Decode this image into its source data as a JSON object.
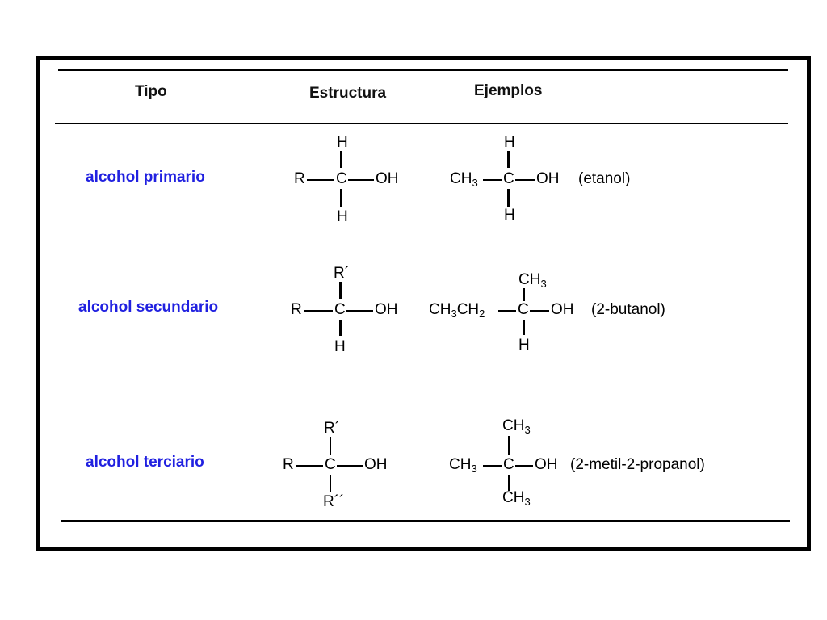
{
  "table": {
    "headers": {
      "type": "Tipo",
      "structure": "Estructura",
      "examples": "Ejemplos"
    },
    "rows": [
      {
        "type_label": "alcohol primario",
        "structure": {
          "r": "R",
          "c": "C",
          "oh": "OH",
          "top": "H",
          "bottom": "H"
        },
        "example": {
          "left": "CH",
          "left_sub": "3",
          "c": "C",
          "oh": "OH",
          "top": "H",
          "bottom": "H",
          "name": "(etanol)"
        }
      },
      {
        "type_label": "alcohol secundario",
        "structure": {
          "r": "R",
          "c": "C",
          "oh": "OH",
          "top": "R´",
          "bottom": "H"
        },
        "example": {
          "left_a": "CH",
          "left_a_sub": "3",
          "left_b": "CH",
          "left_b_sub": "2",
          "c": "C",
          "oh": "OH",
          "top": "CH",
          "top_sub": "3",
          "bottom": "H",
          "name": "(2-butanol)"
        }
      },
      {
        "type_label": "alcohol terciario",
        "structure": {
          "r": "R",
          "c": "C",
          "oh": "OH",
          "top": "R´",
          "bottom": "R´´"
        },
        "example": {
          "left": "CH",
          "left_sub": "3",
          "c": "C",
          "oh": "OH",
          "top": "CH",
          "top_sub": "3",
          "bottom": "CH",
          "bottom_sub": "3",
          "name": "(2-metil-2-propanol)"
        }
      }
    ]
  }
}
